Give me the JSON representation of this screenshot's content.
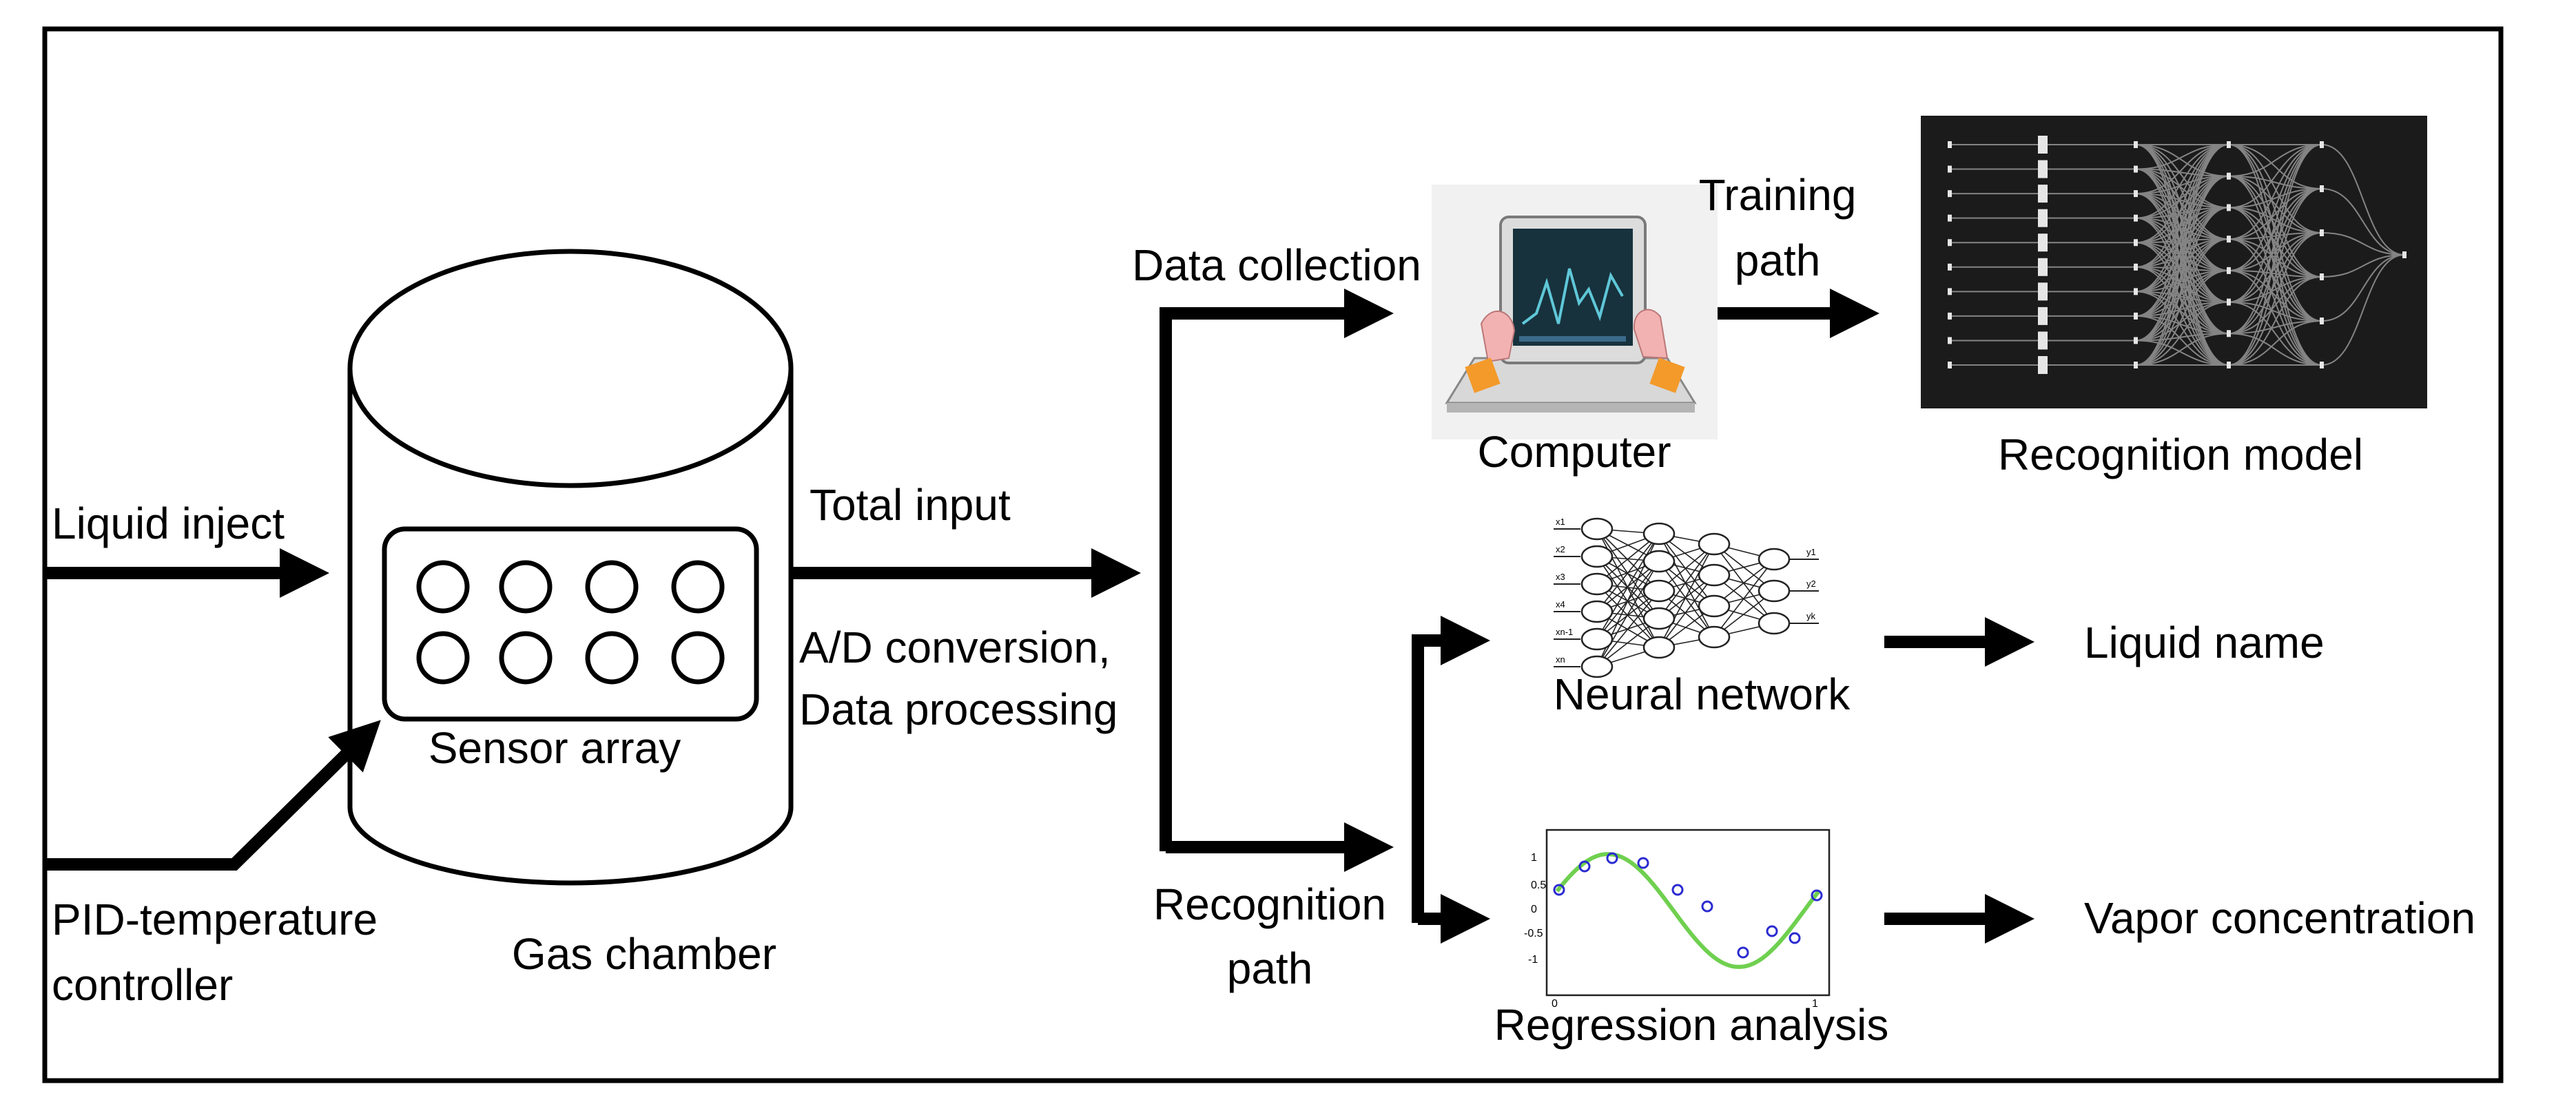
{
  "labels": {
    "liquid_inject": "Liquid inject",
    "pid_line1": "PID-temperature",
    "pid_line2": "controller",
    "gas_chamber": "Gas chamber",
    "sensor_array": "Sensor array",
    "total_input": "Total input",
    "ad_line1": "A/D conversion,",
    "ad_line2": "Data processing",
    "data_collection": "Data collection",
    "computer": "Computer",
    "training_line1": "Training",
    "training_line2": "path",
    "recognition_model": "Recognition model",
    "neural_network": "Neural network",
    "liquid_name": "Liquid name",
    "recognition_path_line1": "Recognition",
    "recognition_path_line2": "path",
    "regression_analysis": "Regression analysis",
    "vapor_concentration": "Vapor concentration"
  },
  "regression_inset": {
    "y_ticks": [
      "1",
      "0.5",
      "0",
      "-0.5",
      "-1"
    ],
    "x_ticks": [
      "0",
      "1"
    ]
  },
  "network_inset": {
    "input_labels": [
      "x1",
      "x2",
      "x3",
      "x4",
      "xn-1",
      "xn"
    ],
    "output_labels": [
      "y1",
      "y2",
      "yk"
    ]
  }
}
